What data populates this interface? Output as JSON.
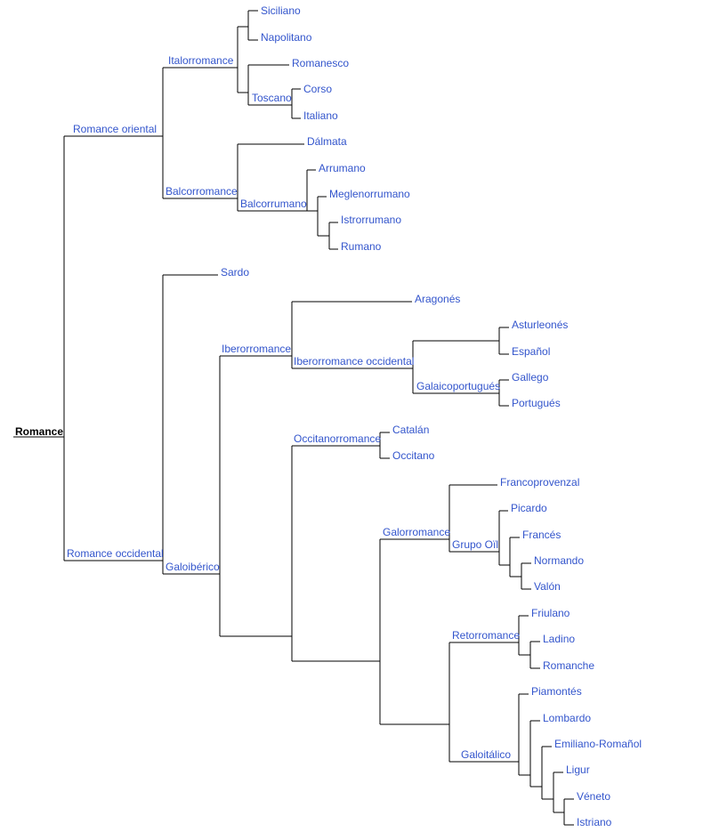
{
  "tree": {
    "root": {
      "label": "Romance",
      "children": [
        {
          "label": "Romance oriental",
          "children": [
            {
              "label": "Italorromance",
              "children": [
                {
                  "label": "Siciliano"
                },
                {
                  "label": "Napolitano"
                },
                {
                  "label": "Romanesco"
                },
                {
                  "label": "Toscano",
                  "children": [
                    {
                      "label": "Corso"
                    },
                    {
                      "label": "Italiano"
                    }
                  ]
                }
              ]
            },
            {
              "label": "Balcorromance",
              "children": [
                {
                  "label": "Dálmata"
                },
                {
                  "label": "Balcorrumano",
                  "children": [
                    {
                      "label": "Arrumano"
                    },
                    {
                      "label": "Meglenorrumano"
                    },
                    {
                      "label": "Istrorrumano"
                    },
                    {
                      "label": "Rumano"
                    }
                  ]
                }
              ]
            }
          ]
        },
        {
          "label": "Romance occidental",
          "children": [
            {
              "label": "Sardo"
            },
            {
              "label": "Galoibérico",
              "children": [
                {
                  "label": "Iberorromance",
                  "children": [
                    {
                      "label": "Aragonés"
                    },
                    {
                      "label": "Iberorromance occidental",
                      "children": [
                        {
                          "label": "Asturleonés"
                        },
                        {
                          "label": "Español"
                        },
                        {
                          "label": "Galaicoportugués",
                          "children": [
                            {
                              "label": "Gallego"
                            },
                            {
                              "label": "Portugués"
                            }
                          ]
                        }
                      ]
                    }
                  ]
                },
                {
                  "label": "Occitanorromance",
                  "children": [
                    {
                      "label": "Catalán"
                    },
                    {
                      "label": "Occitano"
                    }
                  ]
                },
                {
                  "label": "Galorromance",
                  "children": [
                    {
                      "label": "Francoprovenzal"
                    },
                    {
                      "label": "Grupo Oïl",
                      "children": [
                        {
                          "label": "Picardo"
                        },
                        {
                          "label": "Francés"
                        },
                        {
                          "label": "Normando"
                        },
                        {
                          "label": "Valón"
                        }
                      ]
                    }
                  ]
                },
                {
                  "label": "Retorromance",
                  "children": [
                    {
                      "label": "Friulano"
                    },
                    {
                      "label": "Ladino"
                    },
                    {
                      "label": "Romanche"
                    }
                  ]
                },
                {
                  "label": "Galoitálico",
                  "children": [
                    {
                      "label": "Piamontés"
                    },
                    {
                      "label": "Lombardo"
                    },
                    {
                      "label": "Emiliano-Romañol"
                    },
                    {
                      "label": "Ligur"
                    },
                    {
                      "label": "Véneto"
                    },
                    {
                      "label": "Istriano"
                    }
                  ]
                }
              ]
            }
          ]
        }
      ]
    },
    "colors": {
      "link": "#3355cc",
      "line": "#000000",
      "root": "#000000"
    }
  }
}
